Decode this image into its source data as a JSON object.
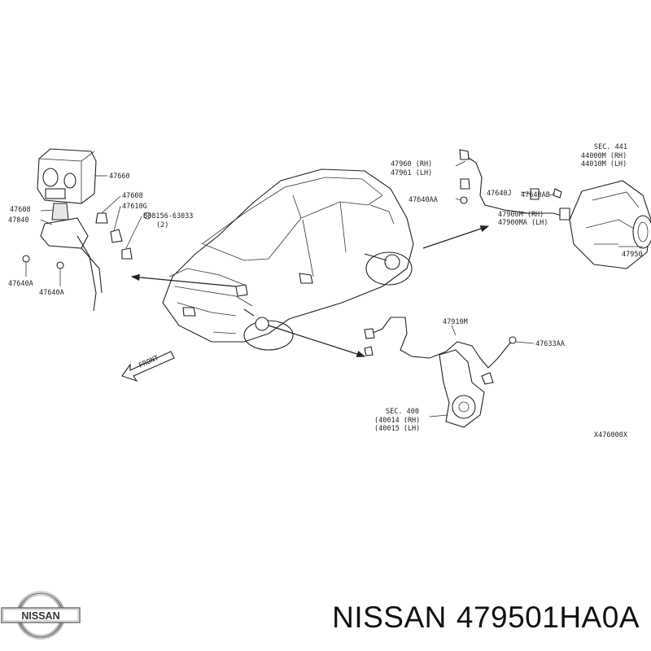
{
  "brand": "NISSAN",
  "part_number": "479501HA0A",
  "drawing_code": "X476000X",
  "front_label": "FRONT",
  "labels": {
    "l47660": "47660",
    "l47608a": "47608",
    "l47608b": "47608",
    "l47610g": "47610G",
    "l08156a": "B08156-63033",
    "l08156b": "(2)",
    "l47840": "47840",
    "l47640a_1": "47640A",
    "l47640a_2": "47640A",
    "l47960": "47960 (RH)",
    "l47961": "47961 (LH)",
    "l47640aa": "47640AA",
    "l47640j": "47640J",
    "l47640ab": "47640AB",
    "sec441": "SEC. 441",
    "l44000m": "44000M (RH)",
    "l44010m": "44010M (LH)",
    "l47900m": "47900M (RH)",
    "l47900ma": "47900MA (LH)",
    "l47950": "47950",
    "l47910m": "47910M",
    "l47633aa": "47633AA",
    "sec400": "SEC. 400",
    "l40014": "(40014 (RH)",
    "l40015": "(40015 (LH)"
  }
}
